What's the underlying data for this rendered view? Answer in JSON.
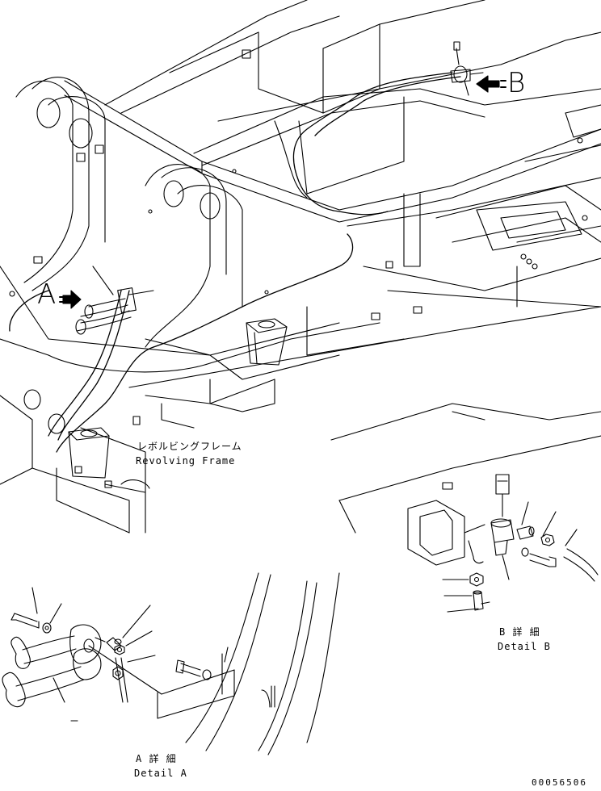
{
  "view_markers": {
    "a": "A",
    "b": "B"
  },
  "labels": {
    "revolving_frame_jp": "レボルビングフレーム",
    "revolving_frame_en": "Revolving Frame",
    "detail_a_jp": "A 詳 細",
    "detail_a_en": "Detail A",
    "detail_b_jp": "B 詳 細",
    "detail_b_en": "Detail B"
  },
  "document_number": "00056506",
  "colors": {
    "line": "#000000",
    "background": "#ffffff"
  }
}
